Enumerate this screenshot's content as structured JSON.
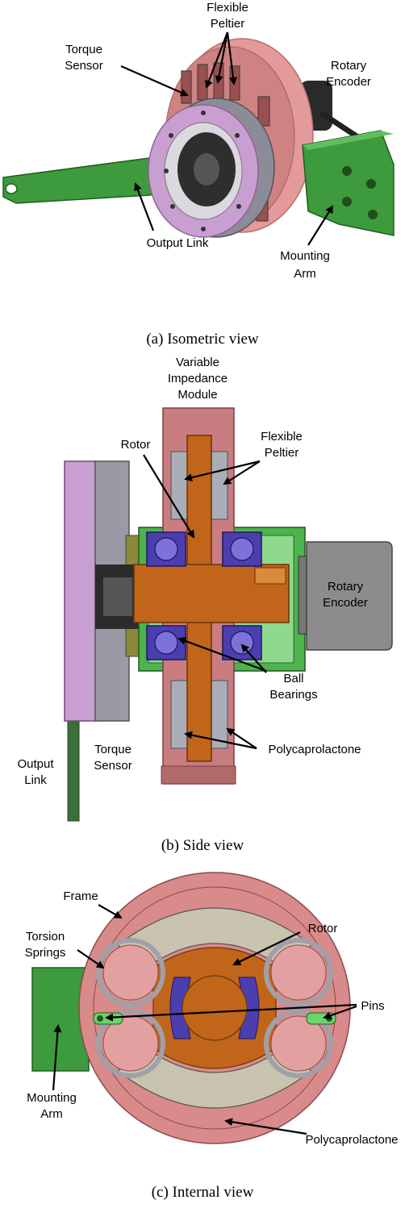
{
  "panels": {
    "isometric": {
      "caption": "(a) Isometric view",
      "labels": {
        "flexible_peltier_1": "Flexible",
        "flexible_peltier_2": "Peltier",
        "torque_sensor_1": "Torque",
        "torque_sensor_2": "Sensor",
        "rotary_encoder_1": "Rotary",
        "rotary_encoder_2": "Encoder",
        "output_link": "Output Link",
        "mounting_arm_1": "Mounting",
        "mounting_arm_2": "Arm"
      }
    },
    "side": {
      "caption": "(b) Side view",
      "labels": {
        "vim_1": "Variable",
        "vim_2": "Impedance",
        "vim_3": "Module",
        "rotor": "Rotor",
        "flexible_peltier_1": "Flexible",
        "flexible_peltier_2": "Peltier",
        "rotary_encoder_1": "Rotary",
        "rotary_encoder_2": "Encoder",
        "ball_bearings_1": "Ball",
        "ball_bearings_2": "Bearings",
        "polycaprolactone": "Polycaprolactone",
        "output_link_1": "Output",
        "output_link_2": "Link",
        "torque_sensor_1": "Torque",
        "torque_sensor_2": "Sensor"
      }
    },
    "internal": {
      "caption": "(c) Internal view",
      "labels": {
        "frame": "Frame",
        "torsion_springs_1": "Torsion",
        "torsion_springs_2": "Springs",
        "rotor": "Rotor",
        "pins": "Pins",
        "mounting_arm_1": "Mounting",
        "mounting_arm_2": "Arm",
        "polycaprolactone": "Polycaprolactone"
      }
    }
  },
  "colors": {
    "frame_pink": "#d98a8a",
    "housing_dark": "#b06a6a",
    "rotor_orange": "#c0651a",
    "green_part": "#3d9a3d",
    "bearing_purple": "#4b3fb0",
    "pcl_beige": "#c8c3ae",
    "peltier_grey": "#a9aeb8",
    "encoder_grey": "#8c8c8c",
    "sensor_lilac": "#c99ed0",
    "flange_grey": "#9a9aa6"
  }
}
